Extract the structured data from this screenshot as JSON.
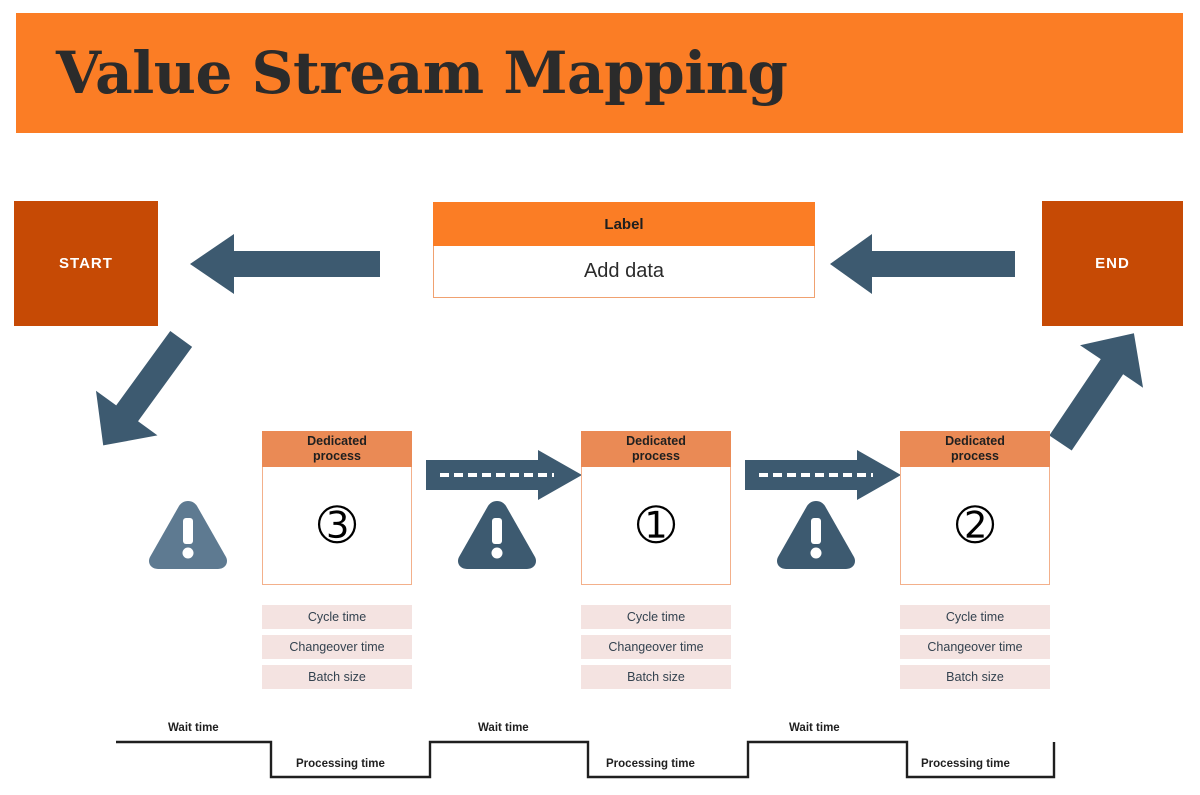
{
  "header": {
    "title": "Value Stream Mapping",
    "background_color": "#FB7D25",
    "text_color": "#2b2b2b"
  },
  "flow": {
    "start_box": {
      "label": "START",
      "color": "#C64A05"
    },
    "end_box": {
      "label": "END",
      "color": "#C64A05"
    },
    "data_card": {
      "header_label": "Label",
      "body_value": "Add data",
      "header_color": "#FB7D25",
      "border_color": "#F0A170"
    }
  },
  "processes": [
    {
      "title_line1": "Dedicated",
      "title_line2": "process",
      "step_glyph": "➂",
      "step_number": 3,
      "metrics": [
        "Cycle time",
        "Changeover time",
        "Batch size"
      ]
    },
    {
      "title_line1": "Dedicated",
      "title_line2": "process",
      "step_glyph": "➀",
      "step_number": 1,
      "metrics": [
        "Cycle time",
        "Changeover time",
        "Batch size"
      ]
    },
    {
      "title_line1": "Dedicated",
      "title_line2": "process",
      "step_glyph": "➁",
      "step_number": 2,
      "metrics": [
        "Cycle time",
        "Changeover time",
        "Batch size"
      ]
    }
  ],
  "warnings": [
    {
      "name": "warning-triangle-1",
      "color": "#5E7A91"
    },
    {
      "name": "warning-triangle-2",
      "color": "#3D5A70"
    },
    {
      "name": "warning-triangle-3",
      "color": "#3D5A70"
    }
  ],
  "arrows": {
    "color": "#3D5A70",
    "dashed_stroke_color": "#ffffff"
  },
  "timeline": {
    "segments": [
      {
        "type": "wait",
        "label": "Wait time"
      },
      {
        "type": "processing",
        "label": "Processing time"
      },
      {
        "type": "wait",
        "label": "Wait time"
      },
      {
        "type": "processing",
        "label": "Processing time"
      },
      {
        "type": "wait",
        "label": "Wait time"
      },
      {
        "type": "processing",
        "label": "Processing time"
      }
    ],
    "line_color": "#1f1f1f"
  },
  "palette": {
    "orange": "#FB7D25",
    "dark_orange": "#C64A05",
    "process_header_orange": "#EA8A55",
    "slate": "#3D5A70",
    "slate_light": "#5E7A91",
    "chip_pink": "#F4E3E1",
    "white": "#ffffff"
  }
}
